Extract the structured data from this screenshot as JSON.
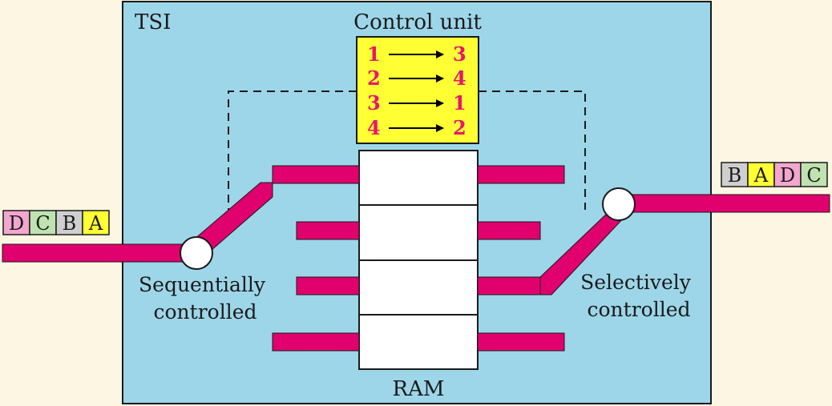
{
  "tsi_label": "TSI",
  "control_unit": {
    "title": "Control unit",
    "mappings": [
      {
        "from": "1",
        "to": "3"
      },
      {
        "from": "2",
        "to": "4"
      },
      {
        "from": "3",
        "to": "1"
      },
      {
        "from": "4",
        "to": "2"
      }
    ]
  },
  "ram_label": "RAM",
  "input_frame": [
    {
      "letter": "D",
      "color": "#f3a6cf"
    },
    {
      "letter": "C",
      "color": "#bfe3b0"
    },
    {
      "letter": "B",
      "color": "#cfcfcf"
    },
    {
      "letter": "A",
      "color": "#ffff33"
    }
  ],
  "output_frame": [
    {
      "letter": "B",
      "color": "#cfcfcf"
    },
    {
      "letter": "A",
      "color": "#ffff33"
    },
    {
      "letter": "D",
      "color": "#f3a6cf"
    },
    {
      "letter": "C",
      "color": "#bfe3b0"
    }
  ],
  "left_switch_label": [
    "Sequentially",
    "controlled"
  ],
  "right_switch_label": [
    "Selectively",
    "controlled"
  ],
  "colors": {
    "tsi_fill": "#9dd6e8",
    "line": "#e0006e",
    "control_unit_fill": "#ffff33",
    "mapping_text": "#e8156f",
    "background": "#fdf6e3"
  }
}
